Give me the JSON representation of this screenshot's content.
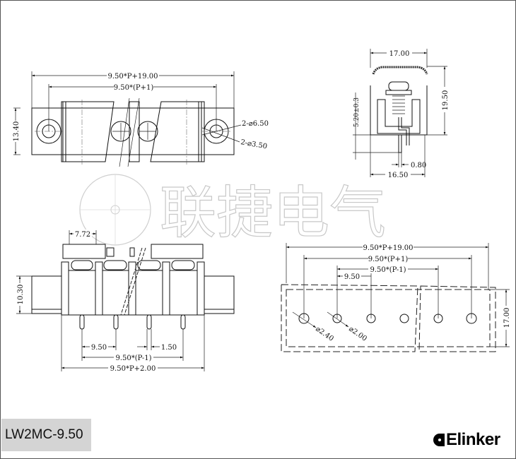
{
  "watermark": {
    "text": "联捷电气"
  },
  "top_view": {
    "overall": "9.50*P+19.00",
    "mount_pitch": "9.50*(P+1)",
    "height": "13.40",
    "outer_hole": "2-⌀6.50",
    "inner_hole": "2-⌀3.50"
  },
  "side_view": {
    "top_width": "17.00",
    "height": "19.50",
    "pin_length": "5.20±0.3",
    "pin_width": "0.80",
    "base_width": "16.50"
  },
  "front_view": {
    "screw_offset": "7.72",
    "height": "10.30",
    "pitch": "9.50",
    "pin_size": "1.50",
    "pin_span": "9.50*(P-1)",
    "body_length": "9.50*P+2.00"
  },
  "pcb_layout": {
    "overall": "9.50*P+19.00",
    "mount_pitch": "9.50*(P+1)",
    "pin_span": "9.50*(P-1)",
    "pitch": "9.50",
    "mount_hole": "⌀2.40",
    "pin_hole": "⌀2.00",
    "depth": "17.00"
  },
  "footer": {
    "model": "LW2MC-9.50",
    "brand": "Elinker"
  }
}
